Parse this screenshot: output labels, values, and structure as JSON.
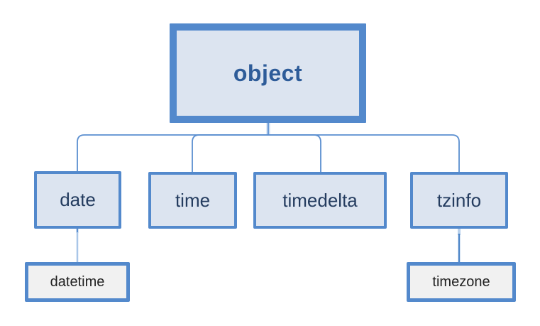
{
  "diagram": {
    "type": "class-hierarchy-tree",
    "root": {
      "label": "object"
    },
    "level2": [
      {
        "label": "date"
      },
      {
        "label": "time"
      },
      {
        "label": "timedelta"
      },
      {
        "label": "tzinfo"
      }
    ],
    "level3": [
      {
        "label": "datetime",
        "parent": "date"
      },
      {
        "label": "timezone",
        "parent": "tzinfo"
      }
    ],
    "colors": {
      "background": "#ffffff",
      "box_border": "#5389cc",
      "box_fill_blue": "#dce4f0",
      "box_fill_gray": "#f1f1f1",
      "root_text": "#2e5c99",
      "child_text": "#243c5f",
      "leaf_text": "#212121",
      "connector": "#5b8fd0",
      "connector_light": "#a9c6e8"
    }
  }
}
